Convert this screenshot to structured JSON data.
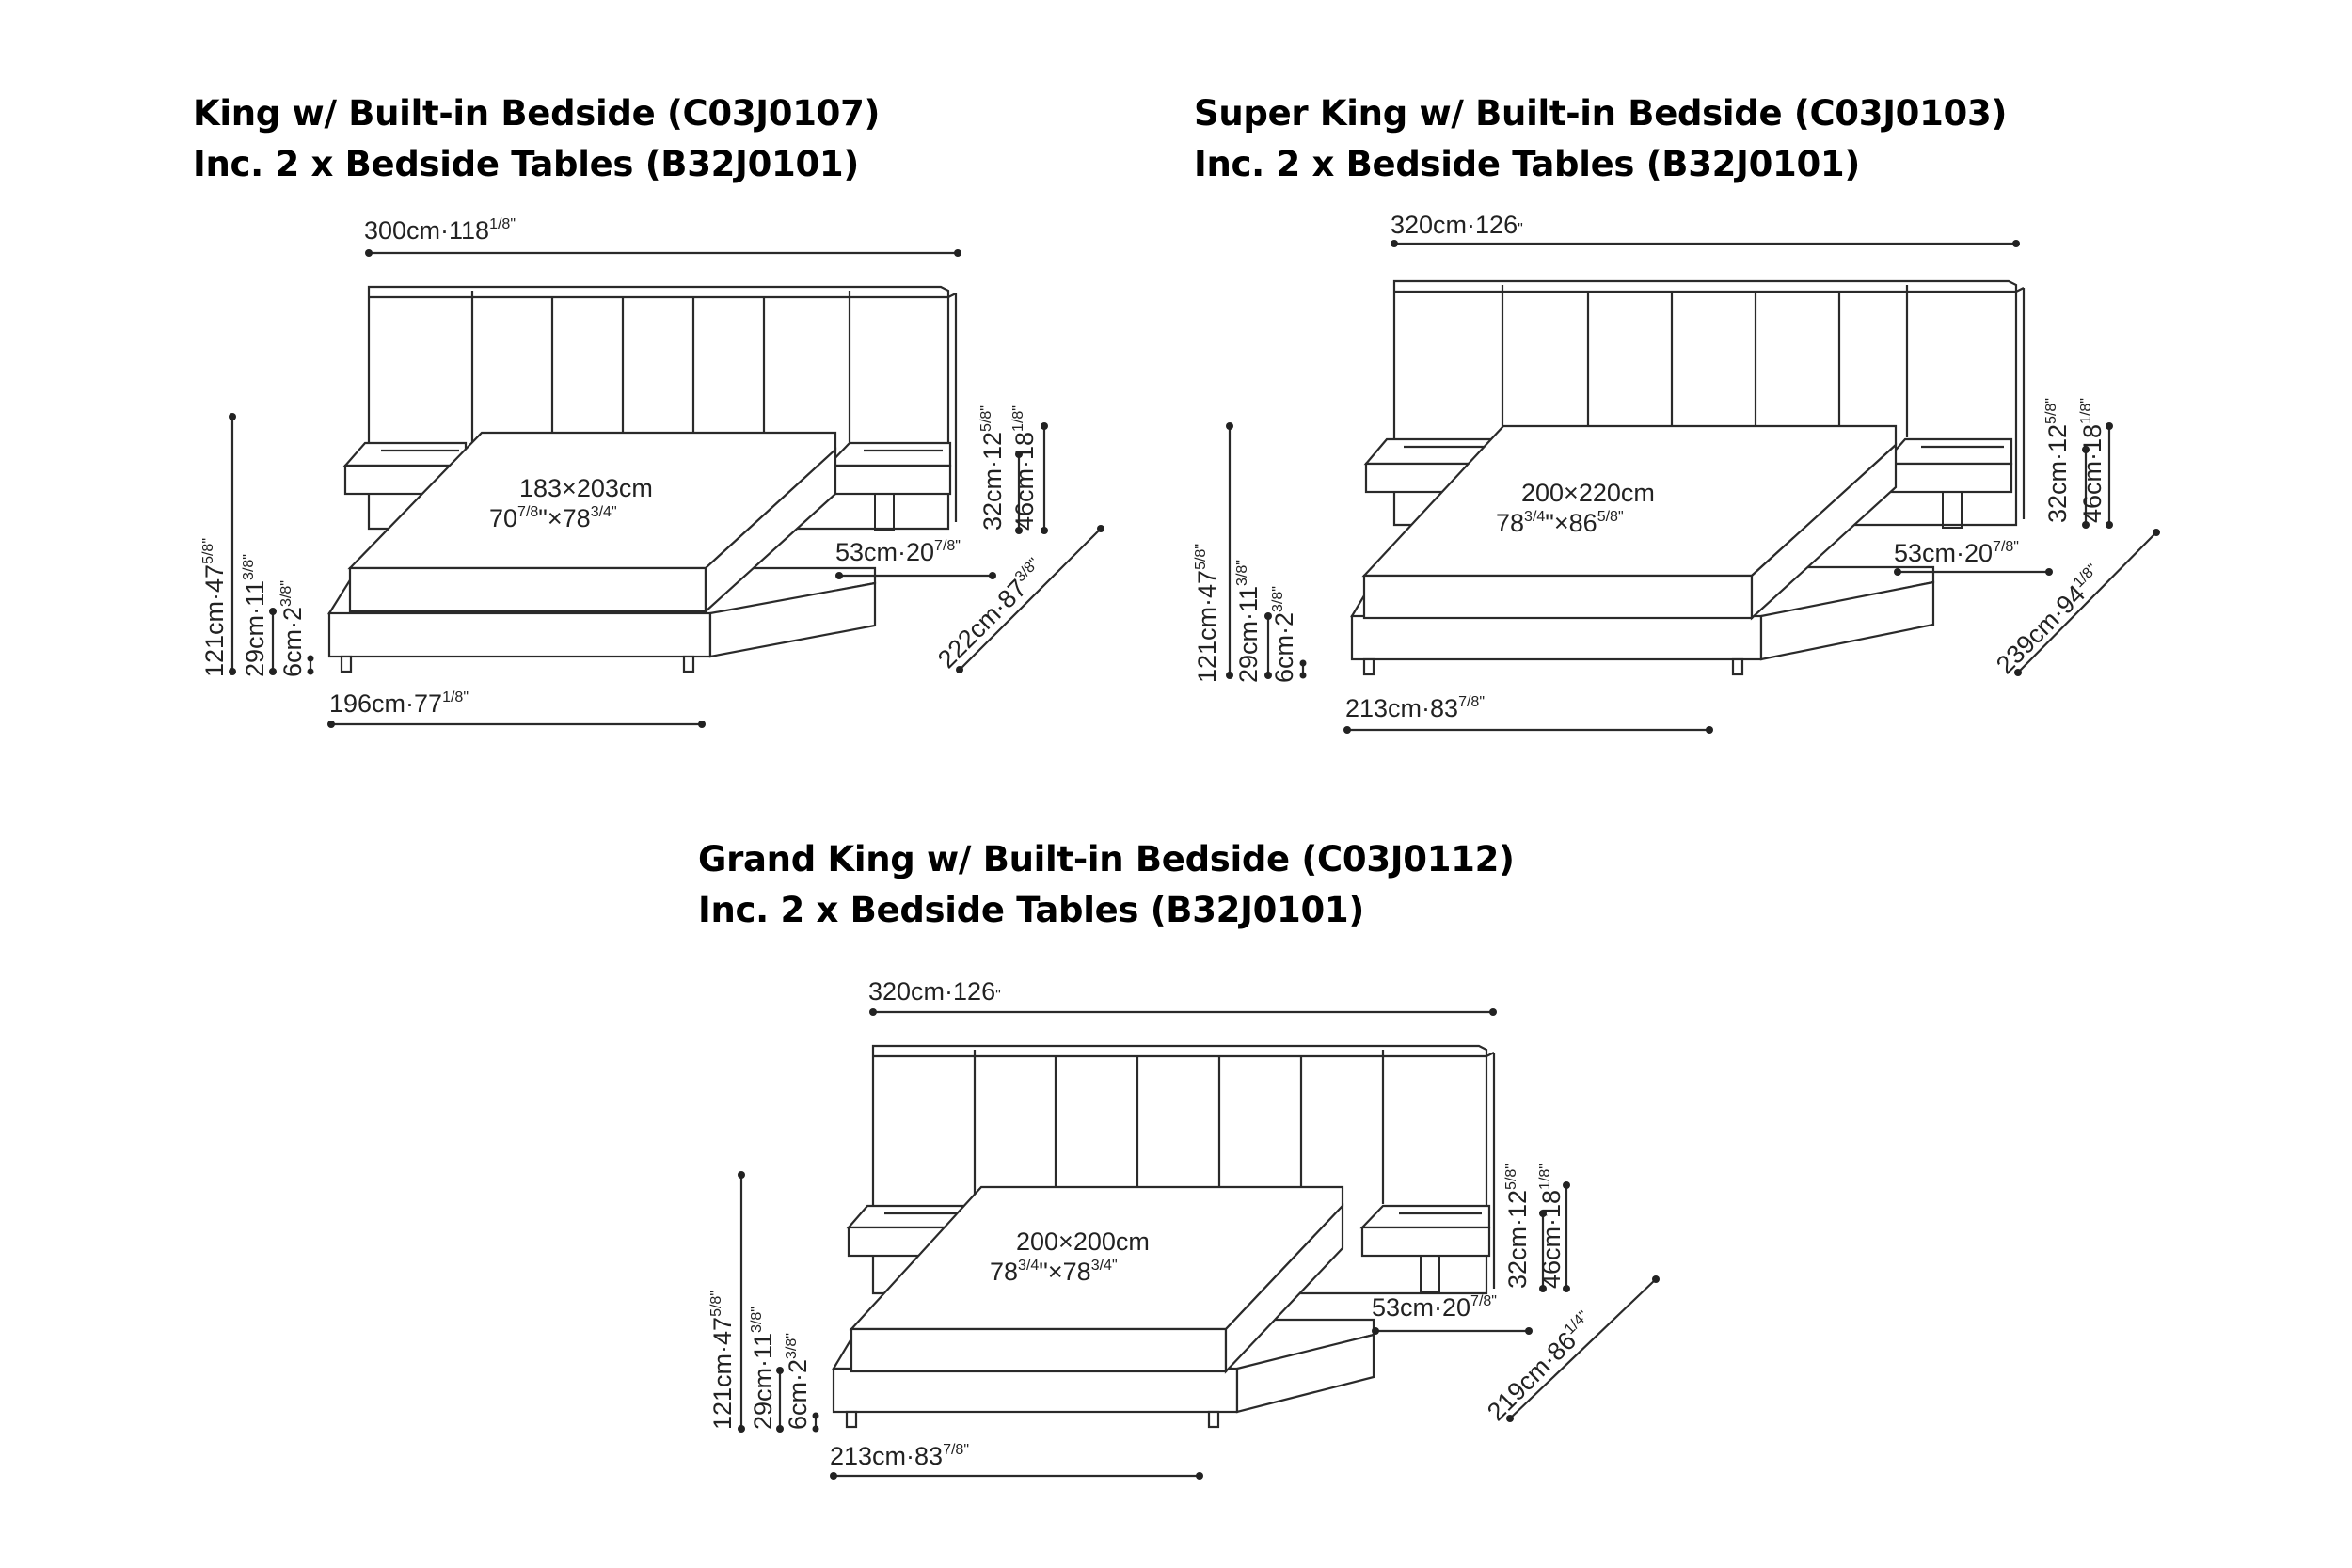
{
  "panels": [
    {
      "id": "king",
      "title_line1": "King w/ Built-in Bedside (C03J0107)",
      "title_line2": "Inc. 2 x Bedside Tables (B32J0101)",
      "width": {
        "cm": "300cm·118",
        "inch_frac": "1/8",
        "suffix": "\""
      },
      "mattress": {
        "cm": "183×203cm",
        "in_a": "70",
        "frac_a": "7/8",
        "in_b": "78",
        "frac_b": "3/4"
      },
      "table_depth": {
        "cm": "53cm·20",
        "frac": "7/8"
      },
      "diag": {
        "cm": "222cm·87",
        "frac": "3/8"
      },
      "base_width": {
        "cm": "196cm·77",
        "frac": "1/8"
      },
      "heights": [
        {
          "cm": "121cm·47",
          "frac": "5/8"
        },
        {
          "cm": "29cm·11",
          "frac": "3/8"
        },
        {
          "cm": "6cm·2",
          "frac": "3/8"
        }
      ],
      "table_heights": [
        {
          "cm": "32cm·12",
          "frac": "5/8"
        },
        {
          "cm": "46cm·18",
          "frac": "1/8"
        }
      ]
    },
    {
      "id": "super-king",
      "title_line1": "Super King w/ Built-in Bedside (C03J0103)",
      "title_line2": "Inc. 2 x Bedside Tables (B32J0101)",
      "width": {
        "cm": "320cm·126",
        "inch_frac": "",
        "suffix": "\""
      },
      "mattress": {
        "cm": "200×220cm",
        "in_a": "78",
        "frac_a": "3/4",
        "in_b": "86",
        "frac_b": "5/8"
      },
      "table_depth": {
        "cm": "53cm·20",
        "frac": "7/8"
      },
      "diag": {
        "cm": "239cm·94",
        "frac": "1/8"
      },
      "base_width": {
        "cm": "213cm·83",
        "frac": "7/8"
      },
      "heights": [
        {
          "cm": "121cm·47",
          "frac": "5/8"
        },
        {
          "cm": "29cm·11",
          "frac": "3/8"
        },
        {
          "cm": "6cm·2",
          "frac": "3/8"
        }
      ],
      "table_heights": [
        {
          "cm": "32cm·12",
          "frac": "5/8"
        },
        {
          "cm": "46cm·18",
          "frac": "1/8"
        }
      ]
    },
    {
      "id": "grand-king",
      "title_line1": "Grand King w/ Built-in Bedside (C03J0112)",
      "title_line2": "Inc. 2 x Bedside Tables (B32J0101)",
      "width": {
        "cm": "320cm·126",
        "inch_frac": "",
        "suffix": "\""
      },
      "mattress": {
        "cm": "200×200cm",
        "in_a": "78",
        "frac_a": "3/4",
        "in_b": "78",
        "frac_b": "3/4"
      },
      "table_depth": {
        "cm": "53cm·20",
        "frac": "7/8"
      },
      "diag": {
        "cm": "219cm·86",
        "frac": "1/4"
      },
      "base_width": {
        "cm": "213cm·83",
        "frac": "7/8"
      },
      "heights": [
        {
          "cm": "121cm·47",
          "frac": "5/8"
        },
        {
          "cm": "29cm·11",
          "frac": "3/8"
        },
        {
          "cm": "6cm·2",
          "frac": "3/8"
        }
      ],
      "table_heights": [
        {
          "cm": "32cm·12",
          "frac": "5/8"
        },
        {
          "cm": "46cm·18",
          "frac": "1/8"
        }
      ]
    }
  ]
}
